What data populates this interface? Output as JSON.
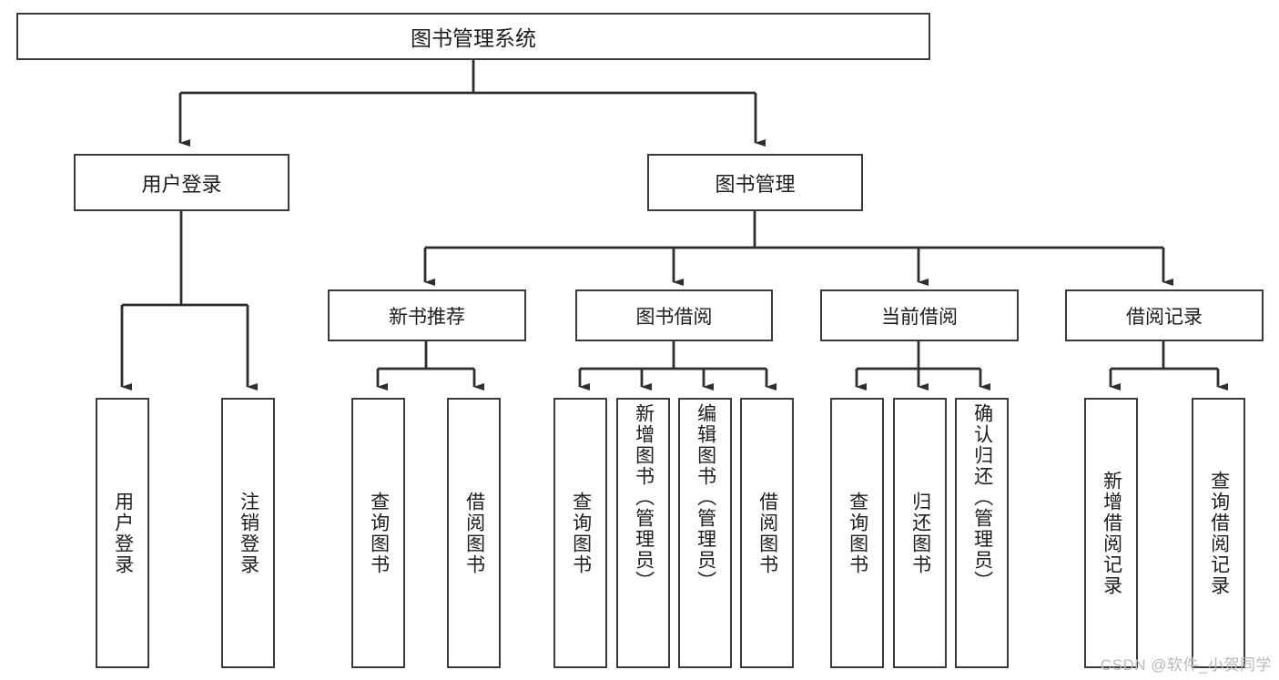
{
  "diagram": {
    "title": "图书管理系统",
    "watermark": "CSDN @软件_小贺同学",
    "colors": {
      "box_border": "#3a3a3a",
      "edge": "#2e2e2e",
      "text": "#1c1c1c",
      "background": "#ffffff",
      "watermark": "#b9b9b9"
    },
    "root": {
      "label": "图书管理系统"
    },
    "level1": [
      {
        "label": "用户登录"
      },
      {
        "label": "图书管理"
      }
    ],
    "level2": [
      {
        "label": "新书推荐"
      },
      {
        "label": "图书借阅"
      },
      {
        "label": "当前借阅"
      },
      {
        "label": "借阅记录"
      }
    ],
    "leaves": {
      "user_login": [
        {
          "label": "用户登录"
        },
        {
          "label": "注销登录"
        }
      ],
      "new_book": [
        {
          "label": "查询图书"
        },
        {
          "label": "借阅图书"
        }
      ],
      "book_borrow": [
        {
          "label": "查询图书"
        },
        {
          "label": "新增图书（管理员）"
        },
        {
          "label": "编辑图书（管理员）"
        },
        {
          "label": "借阅图书"
        }
      ],
      "current_borrow": [
        {
          "label": "查询图书"
        },
        {
          "label": "归还图书"
        },
        {
          "label": "确认归还（管理员）"
        }
      ],
      "borrow_record": [
        {
          "label": "新增借阅记录"
        },
        {
          "label": "查询借阅记录"
        }
      ]
    }
  }
}
